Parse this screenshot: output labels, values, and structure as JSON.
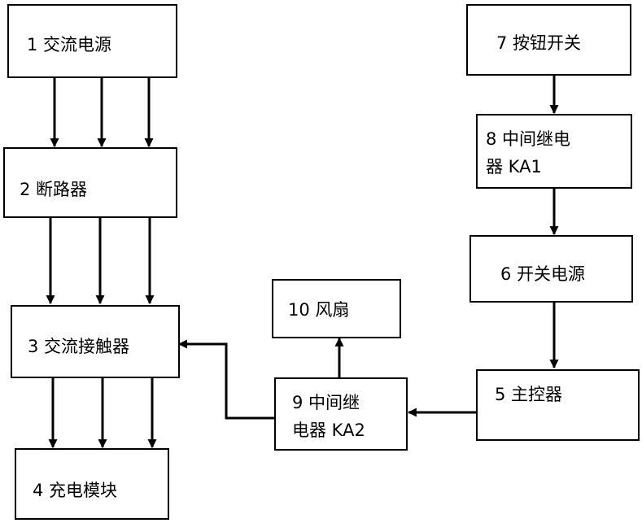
{
  "nodes": {
    "ac_power": {
      "label": "1 交流电源"
    },
    "breaker": {
      "label": "2 断路器"
    },
    "ac_contactor": {
      "label": "3 交流接触器"
    },
    "charging_module": {
      "label": "4 充电模块"
    },
    "main_controller": {
      "label": "5 主控器"
    },
    "switch_power_supply": {
      "label": "6 开关电源"
    },
    "push_button_switch": {
      "label": "7 按钮开关"
    },
    "relay_ka1": {
      "label": "8 中间继电\n器 KA1"
    },
    "relay_ka2": {
      "label": "9 中间继\n电器 KA2"
    },
    "fan": {
      "label": "10 风扇"
    }
  },
  "edges": [
    {
      "from": "ac_power",
      "to": "breaker",
      "lines": 3
    },
    {
      "from": "breaker",
      "to": "ac_contactor",
      "lines": 3
    },
    {
      "from": "ac_contactor",
      "to": "charging_module",
      "lines": 3
    },
    {
      "from": "push_button_switch",
      "to": "relay_ka1",
      "lines": 1
    },
    {
      "from": "relay_ka1",
      "to": "switch_power_supply",
      "lines": 1
    },
    {
      "from": "switch_power_supply",
      "to": "main_controller",
      "lines": 1
    },
    {
      "from": "main_controller",
      "to": "relay_ka2",
      "lines": 1
    },
    {
      "from": "relay_ka2",
      "to": "fan",
      "lines": 1
    },
    {
      "from": "relay_ka2",
      "to": "ac_contactor",
      "lines": 1
    }
  ]
}
